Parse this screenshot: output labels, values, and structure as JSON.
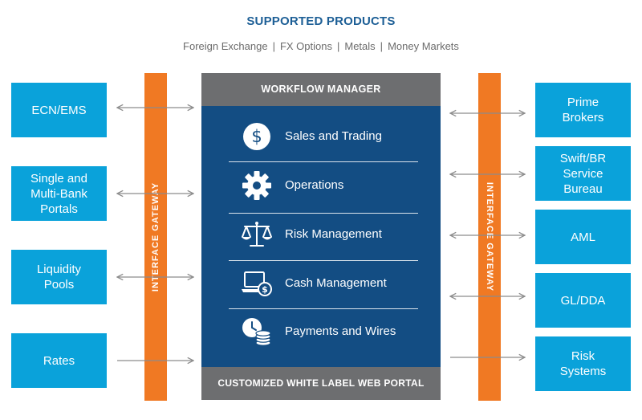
{
  "header": {
    "title": "SUPPORTED PRODUCTS",
    "products": [
      "Foreign Exchange",
      "FX Options",
      "Metals",
      "Money Markets"
    ],
    "separator": "|"
  },
  "left_systems": [
    {
      "label": "ECN/EMS"
    },
    {
      "label": "Single and\nMulti-Bank\nPortals"
    },
    {
      "label": "Liquidity\nPools"
    },
    {
      "label": "Rates"
    }
  ],
  "right_systems": [
    {
      "label": "Prime\nBrokers"
    },
    {
      "label": "Swift/BR\nService\nBureau"
    },
    {
      "label": "AML"
    },
    {
      "label": "GL/DDA"
    },
    {
      "label": "Risk\nSystems"
    }
  ],
  "gateways": {
    "left": "INTERFACE GATEWAY",
    "right": "INTERFACE GATEWAY"
  },
  "core": {
    "header": "WORKFLOW MANAGER",
    "footer": "CUSTOMIZED WHITE LABEL WEB PORTAL",
    "modules": [
      {
        "label": "Sales and Trading",
        "icon": "dollar-icon"
      },
      {
        "label": "Operations",
        "icon": "gear-icon"
      },
      {
        "label": "Risk Management",
        "icon": "scale-icon"
      },
      {
        "label": "Cash Management",
        "icon": "laptop-dollar-icon"
      },
      {
        "label": "Payments and Wires",
        "icon": "clock-coins-icon"
      }
    ]
  },
  "colors": {
    "system_box": "#0aa2da",
    "gateway": "#f07923",
    "core_body": "#134d83",
    "core_header": "#6d6e70",
    "title": "#1d5f96",
    "arrow": "#8c8c8c"
  }
}
